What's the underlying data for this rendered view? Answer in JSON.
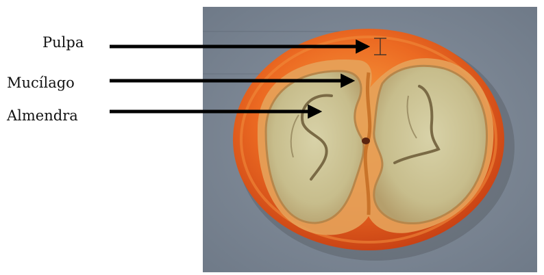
{
  "labels": {
    "pulpa": "Pulpa",
    "mucilago": "Mucílago",
    "almendra": "Almendra"
  },
  "colors": {
    "background_panel": "#7f8a98",
    "pulp": "#e8531a",
    "mucilage": "#d9a15c",
    "bean": "#cfc69c",
    "arrow": "#000000"
  }
}
